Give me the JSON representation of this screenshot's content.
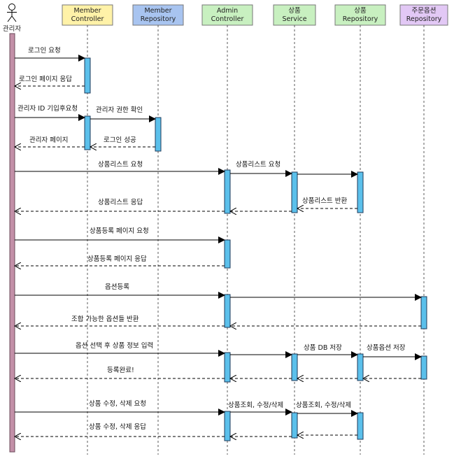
{
  "actor": {
    "label": "관리자",
    "fill": "#c390a8"
  },
  "participants": [
    {
      "id": "member_controller",
      "line1": "Member",
      "line2": "Controller",
      "fill": "#fff2a8"
    },
    {
      "id": "member_repository",
      "line1": "Member",
      "line2": "Repository",
      "fill": "#a8c4f0"
    },
    {
      "id": "admin_controller",
      "line1": "Admin",
      "line2": "Controller",
      "fill": "#c8f0c0"
    },
    {
      "id": "product_service",
      "line1": "상품",
      "line2": "Service",
      "fill": "#c8f0c0"
    },
    {
      "id": "product_repository",
      "line1": "상품",
      "line2": "Repository",
      "fill": "#c8f0c0"
    },
    {
      "id": "product_option_repository",
      "line1": "주문옵션",
      "line2": "Repository",
      "fill": "#e2c8f5"
    }
  ],
  "messages": [
    {
      "text": "로그인 요청",
      "from": "actor",
      "to": "member_controller",
      "kind": "call"
    },
    {
      "text": "로그인 페이지 응답",
      "from": "member_controller",
      "to": "actor",
      "kind": "return"
    },
    {
      "text": "관리자 ID 기입후요청",
      "from": "actor",
      "to": "member_controller",
      "kind": "call"
    },
    {
      "text": "관리자 권한 확인",
      "from": "member_controller",
      "to": "member_repository",
      "kind": "call"
    },
    {
      "text": "로그인 성공",
      "from": "member_repository",
      "to": "member_controller",
      "kind": "return"
    },
    {
      "text": "관리자 페이지",
      "from": "member_controller",
      "to": "actor",
      "kind": "return"
    },
    {
      "text": "상품리스트 요청",
      "from": "actor",
      "to": "admin_controller",
      "kind": "call"
    },
    {
      "text": "상품리스트 요청",
      "from": "admin_controller",
      "to": "product_service",
      "kind": "call"
    },
    {
      "text": "",
      "from": "product_service",
      "to": "product_repository",
      "kind": "call"
    },
    {
      "text": "상품리스트 반환",
      "from": "product_repository",
      "to": "product_service",
      "kind": "return"
    },
    {
      "text": "",
      "from": "product_service",
      "to": "admin_controller",
      "kind": "return"
    },
    {
      "text": "상품리스트 응답",
      "from": "admin_controller",
      "to": "actor",
      "kind": "return"
    },
    {
      "text": "상품등록 페이지 요청",
      "from": "actor",
      "to": "admin_controller",
      "kind": "call"
    },
    {
      "text": "상품등록 페이지 응답",
      "from": "admin_controller",
      "to": "actor",
      "kind": "return"
    },
    {
      "text": "옵션등록",
      "from": "actor",
      "to": "admin_controller",
      "kind": "call"
    },
    {
      "text": "",
      "from": "admin_controller",
      "to": "product_option_repository",
      "kind": "call"
    },
    {
      "text": "",
      "from": "product_option_repository",
      "to": "admin_controller",
      "kind": "return"
    },
    {
      "text": "조합 가능한 옵션들 반환",
      "from": "admin_controller",
      "to": "actor",
      "kind": "return"
    },
    {
      "text": "옵션 선택 후 상품 정보 입력",
      "from": "actor",
      "to": "admin_controller",
      "kind": "call"
    },
    {
      "text": "",
      "from": "admin_controller",
      "to": "product_service",
      "kind": "call"
    },
    {
      "text": "상품 DB 저장",
      "from": "product_service",
      "to": "product_repository",
      "kind": "call"
    },
    {
      "text": "상품옵션 저장",
      "from": "product_repository",
      "to": "product_option_repository",
      "kind": "call"
    },
    {
      "text": "",
      "from": "product_option_repository",
      "to": "product_repository",
      "kind": "return"
    },
    {
      "text": "",
      "from": "product_repository",
      "to": "product_service",
      "kind": "return"
    },
    {
      "text": "",
      "from": "product_service",
      "to": "admin_controller",
      "kind": "return"
    },
    {
      "text": "등록완료!",
      "from": "admin_controller",
      "to": "actor",
      "kind": "return"
    },
    {
      "text": "상품 수정, 삭제 요청",
      "from": "actor",
      "to": "admin_controller",
      "kind": "call"
    },
    {
      "text": "상품조회, 수정/삭제",
      "from": "admin_controller",
      "to": "product_service",
      "kind": "call"
    },
    {
      "text": "상품조회, 수정/삭제",
      "from": "product_service",
      "to": "product_repository",
      "kind": "call"
    },
    {
      "text": "",
      "from": "product_repository",
      "to": "product_service",
      "kind": "return"
    },
    {
      "text": "",
      "from": "product_service",
      "to": "admin_controller",
      "kind": "return"
    },
    {
      "text": "상품 수정, 삭제 응답",
      "from": "admin_controller",
      "to": "actor",
      "kind": "return"
    }
  ]
}
